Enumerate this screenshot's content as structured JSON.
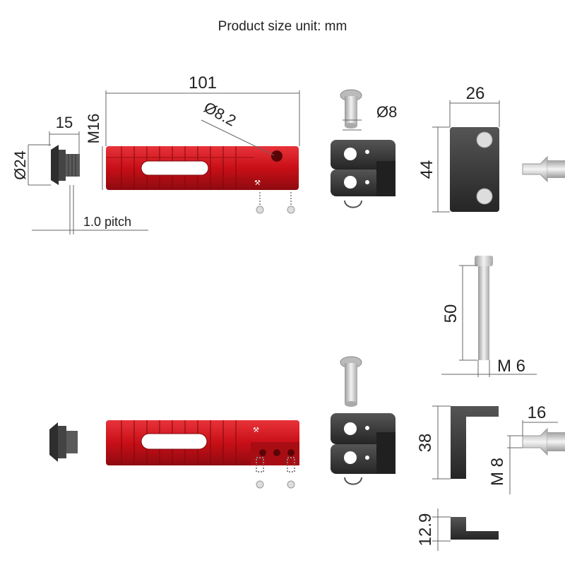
{
  "title": "Product size unit: mm",
  "dimensions": {
    "length": "101",
    "thread": "M16",
    "hole": "Ø8.2",
    "cap_width": "15",
    "cap_dia": "Ø24",
    "pitch": "1.0 pitch",
    "pin_dia": "Ø8",
    "bracket_width": "26",
    "bracket_height": "44",
    "bolt_length": "50",
    "bolt_thread": "M 6",
    "lbracket_height": "38",
    "screw_length": "16",
    "screw_thread": "M 8",
    "thickness": "12.9"
  },
  "colors": {
    "peg": "#d4141c",
    "dark": "#3a3a3a",
    "metal": "#cfcfcf"
  }
}
